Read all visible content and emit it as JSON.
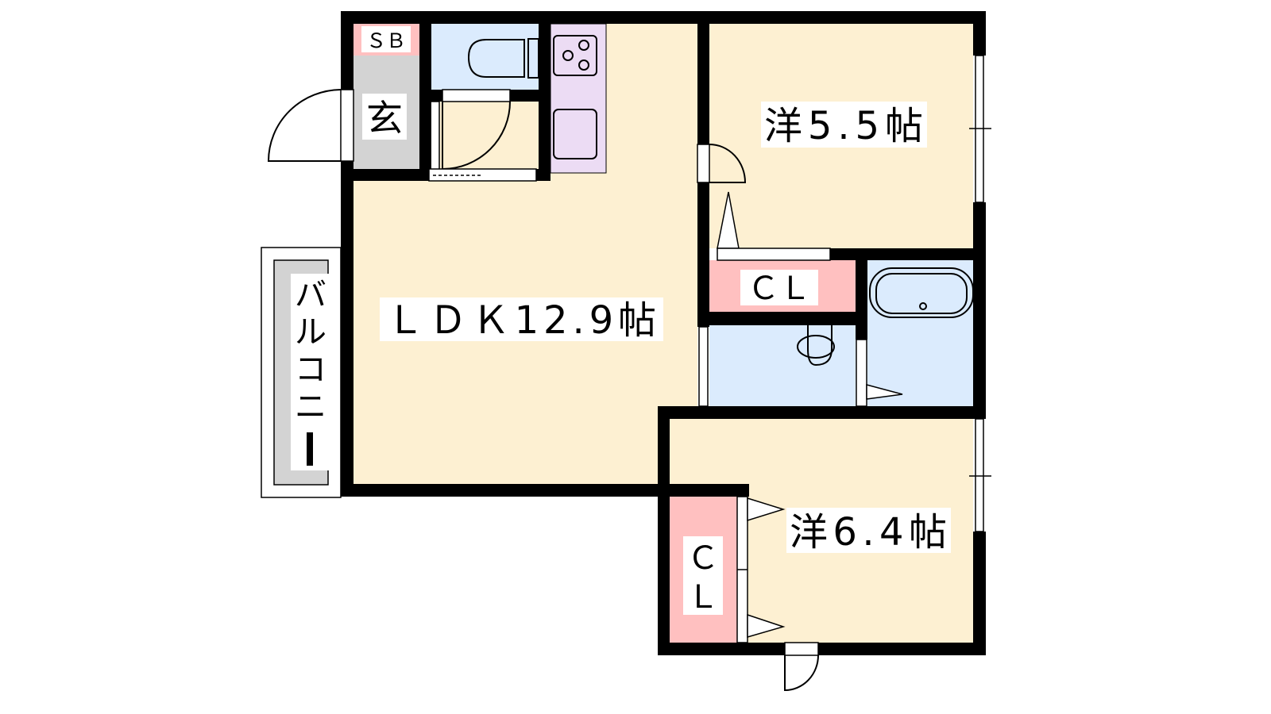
{
  "floorplan": {
    "rooms": {
      "ldk": {
        "label": "ＬＤＫ12.9帖",
        "color": "#fdf0d2"
      },
      "western_1": {
        "label": "洋5.5帖",
        "color": "#fdf0d2"
      },
      "western_2": {
        "label": "洋6.4帖",
        "color": "#fdf0d2"
      },
      "closet_1": {
        "label": "ＣＬ",
        "color": "#ffc0c0"
      },
      "closet_2": {
        "label_c": "Ｃ",
        "label_l": "Ｌ",
        "color": "#ffc0c0"
      },
      "shoe_box": {
        "label": "ＳＢ",
        "color": "#ffc0c0"
      },
      "entrance": {
        "label": "玄",
        "color": "#d3d3d3"
      },
      "balcony": {
        "chars": [
          "バ",
          "ル",
          "コ",
          "ニ",
          "ー"
        ],
        "color": "#d3d3d3"
      },
      "wet_area_color": "#dbebfd",
      "kitchen_color": "#ecdcf4"
    },
    "wall_color": "#000000"
  }
}
